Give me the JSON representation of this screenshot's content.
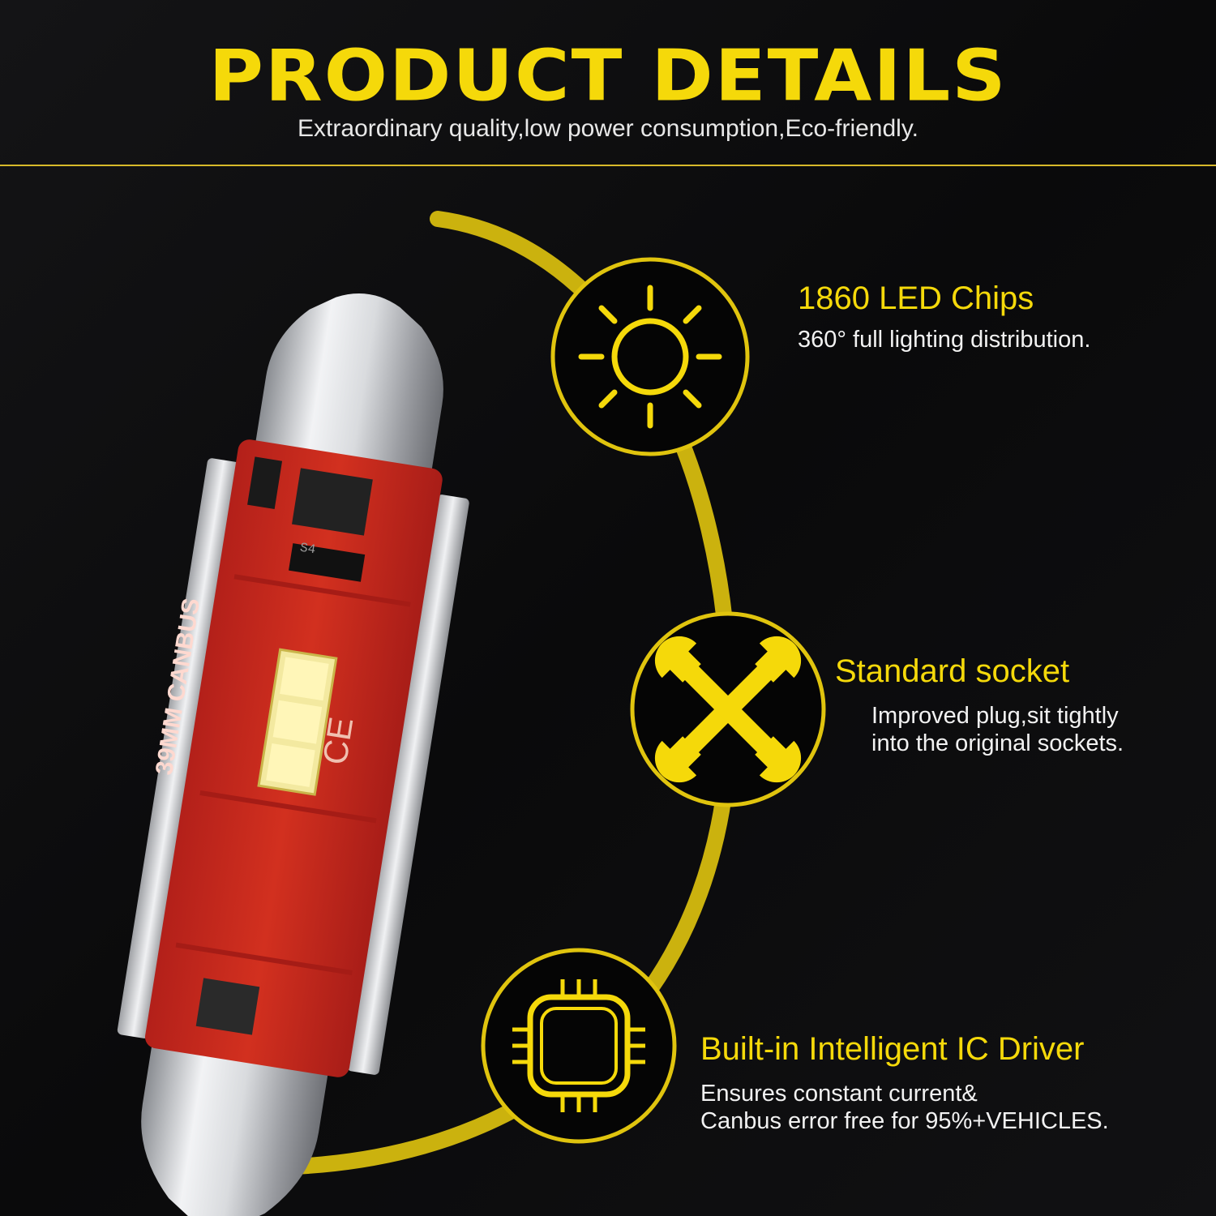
{
  "header": {
    "title": "PRODUCT DETAILS",
    "subtitle": "Extraordinary quality,low power consumption,Eco-friendly."
  },
  "colors": {
    "accent": "#f5d90a",
    "background": "#0b0b0c",
    "bulb_board": "#c8281e"
  },
  "bulb": {
    "label": "39MM CANBUS",
    "ce_mark": "CE",
    "component_marking": "S4"
  },
  "features": [
    {
      "icon": "sun-icon",
      "title": "1860 LED Chips",
      "desc_lines": [
        "360° full lighting  distribution."
      ]
    },
    {
      "icon": "wrench-icon",
      "title": "Standard  socket",
      "desc_lines": [
        "Improved plug,sit tightly",
        "into the original sockets."
      ]
    },
    {
      "icon": "chip-icon",
      "title": "Built-in Intelligent IC Driver",
      "desc_lines": [
        "Ensures constant current&",
        "Canbus error free for 95%+VEHICLES."
      ]
    }
  ]
}
